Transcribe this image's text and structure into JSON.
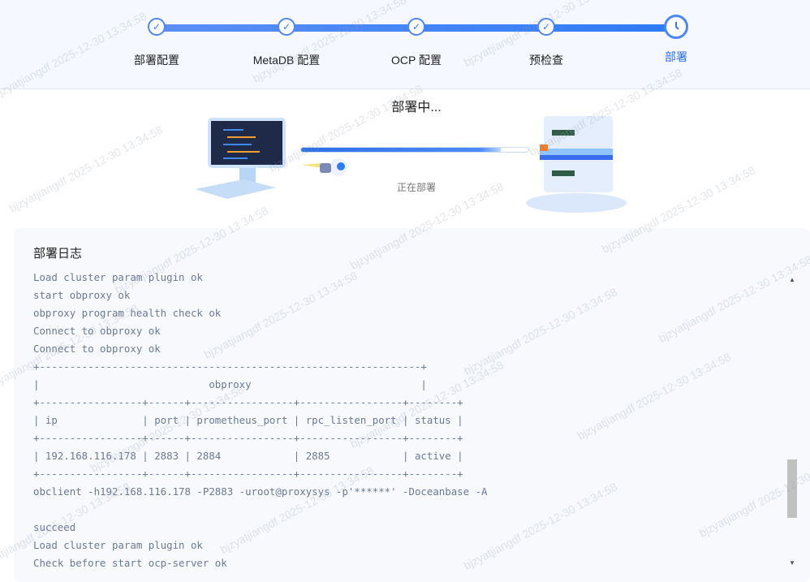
{
  "steps": [
    {
      "label": "部署配置",
      "status": "done"
    },
    {
      "label": "MetaDB 配置",
      "status": "done"
    },
    {
      "label": "OCP 配置",
      "status": "done"
    },
    {
      "label": "预检查",
      "status": "done"
    },
    {
      "label": "部署",
      "status": "current"
    }
  ],
  "deploy": {
    "title": "部署中...",
    "subtitle": "正在部署",
    "progress_percent": 88
  },
  "log": {
    "title": "部署日志",
    "lines": [
      "Load cluster param plugin ok",
      "start obproxy ok",
      "obproxy program health check ok",
      "Connect to obproxy ok",
      "Connect to obproxy ok",
      "+---------------------------------------------------------------+",
      "|                            obproxy                            |",
      "+-----------------+------+-----------------+-----------------+--------+",
      "| ip              | port | prometheus_port | rpc_listen_port | status |",
      "+-----------------+------+-----------------+-----------------+--------+",
      "| 192.168.116.178 | 2883 | 2884            | 2885            | active |",
      "+-----------------+------+-----------------+-----------------+--------+",
      "obclient -h192.168.116.178 -P2883 -uroot@proxysys -p'******' -Doceanbase -A",
      "",
      "succeed",
      "Load cluster param plugin ok",
      "Check before start ocp-server ok"
    ]
  },
  "watermark": "bjzyatjiangdf 2025-12-30 13:34:58",
  "colors": {
    "accent": "#2f6ef0"
  }
}
